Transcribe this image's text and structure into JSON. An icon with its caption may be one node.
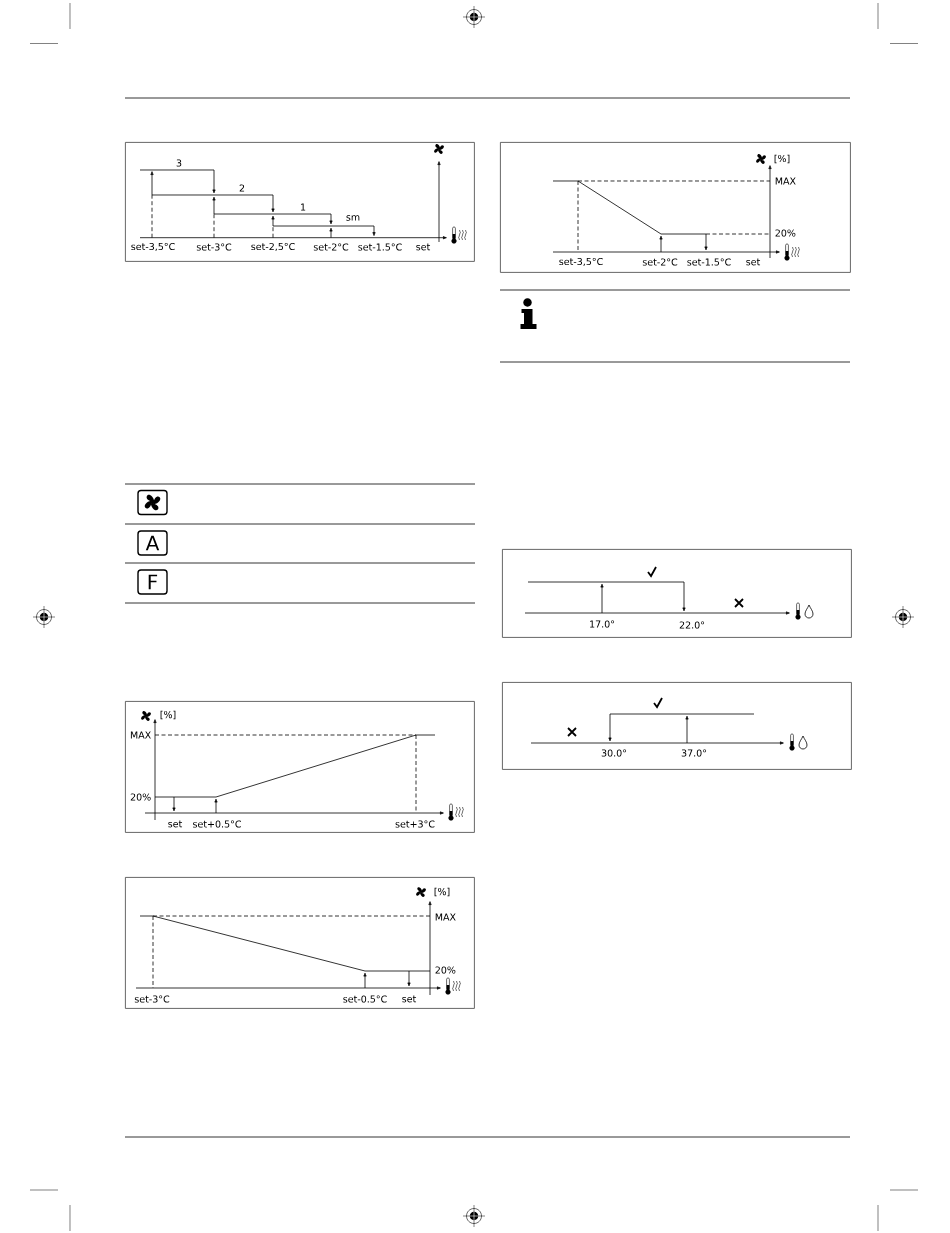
{
  "diagram": {
    "nodes": [
      {
        "text": [
          "3",
          "2",
          "1",
          "sm",
          "set-3,5°C",
          "set-3°C",
          "set-2,5°C",
          "set-2°C",
          "set-1.5°C",
          "set"
        ]
      },
      {
        "text": [],
        "shape": "box"
      },
      {
        "text": [
          "A"
        ]
      },
      {
        "text": [
          "F"
        ]
      },
      {
        "text": [
          "[%]",
          "MAX",
          "20%",
          "set",
          "set+0.5°C",
          "set+3°C"
        ]
      },
      {
        "text": [
          "[%]",
          "MAX",
          "20%",
          "set-3°C",
          "set-0.5°C",
          "set"
        ]
      },
      {
        "text": [
          "[%]",
          "MAX",
          "20%",
          "set-3,5°C",
          "set-2°C",
          "set-1.5°C",
          "set"
        ]
      },
      {
        "text": [
          "17.0°",
          "22.0°"
        ]
      },
      {
        "text": [
          "30.0°",
          "37.0°"
        ]
      }
    ]
  }
}
